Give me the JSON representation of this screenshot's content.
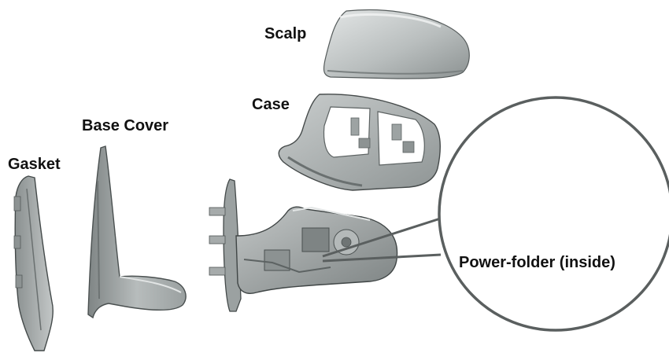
{
  "labels": {
    "scalp": "Scalp",
    "case": "Case",
    "base_cover": "Base Cover",
    "gasket": "Gasket",
    "power_folder": "Power-folder (inside)"
  },
  "colors": {
    "part_light": "#d4d7d7",
    "part_mid": "#a9aeae",
    "part_dark": "#6f7575",
    "outline": "#3d4242",
    "callout": "#5a5f5f",
    "text": "#111111"
  }
}
